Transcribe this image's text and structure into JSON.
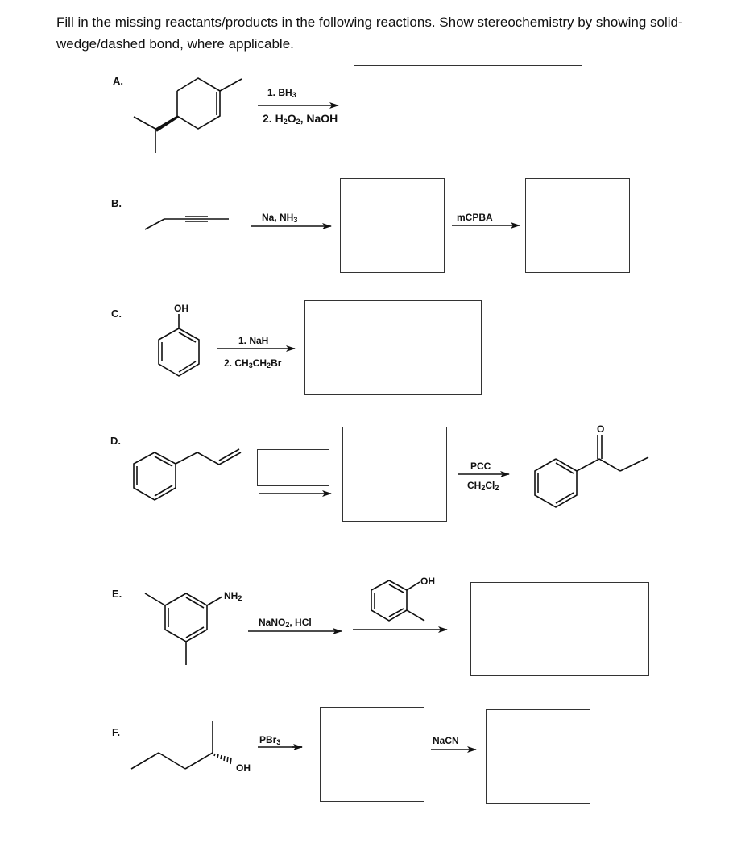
{
  "instructions": "Fill in the missing reactants/products in the following reactions. Show stereochemistry by showing solid-wedge/dashed bond, where applicable.",
  "problems": [
    {
      "label": "A.",
      "reactant": "4-isopropyl-1-methylcyclohexene (solid wedge isopropyl)",
      "reagents": {
        "line1": "1. BH",
        "line1_sub": "3",
        "line2_a": "2. H",
        "line2_sub1": "2",
        "line2_b": "O",
        "line2_sub2": "2",
        "line2_c": ", NaOH"
      },
      "answer_boxes": 1
    },
    {
      "label": "B.",
      "reactant": "2-pentyne",
      "step1": {
        "a": "Na, NH",
        "sub": "3"
      },
      "step2": "mCPBA",
      "answer_boxes": 2
    },
    {
      "label": "C.",
      "reactant": "phenol",
      "atom_label": "OH",
      "reagents": {
        "line1": "1. NaH",
        "line2_a": "2. CH",
        "sub1": "3",
        "line2_b": "CH",
        "sub2": "2",
        "line2_c": "Br"
      },
      "answer_boxes": 1
    },
    {
      "label": "D.",
      "reactant": "allylbenzene",
      "step2": {
        "line1": "PCC",
        "line2_a": "CH",
        "sub1": "2",
        "line2_b": "Cl",
        "sub2": "2"
      },
      "product": "propiophenone",
      "atom_label": "O",
      "answer_boxes": 2
    },
    {
      "label": "E.",
      "reactant": "3,5-dimethylaniline",
      "atom_label": {
        "a": "NH",
        "sub": "2"
      },
      "step1": {
        "a": "NaNO",
        "sub": "2",
        "b": ", HCl"
      },
      "step2_reagent": "2-methylphenol",
      "step2_atom_label": "OH",
      "answer_boxes": 1
    },
    {
      "label": "F.",
      "reactant": "pentan-2-ol (dashed OH)",
      "atom_label": "OH",
      "step1": {
        "a": "PBr",
        "sub": "3"
      },
      "step2": "NaCN",
      "answer_boxes": 2
    }
  ]
}
